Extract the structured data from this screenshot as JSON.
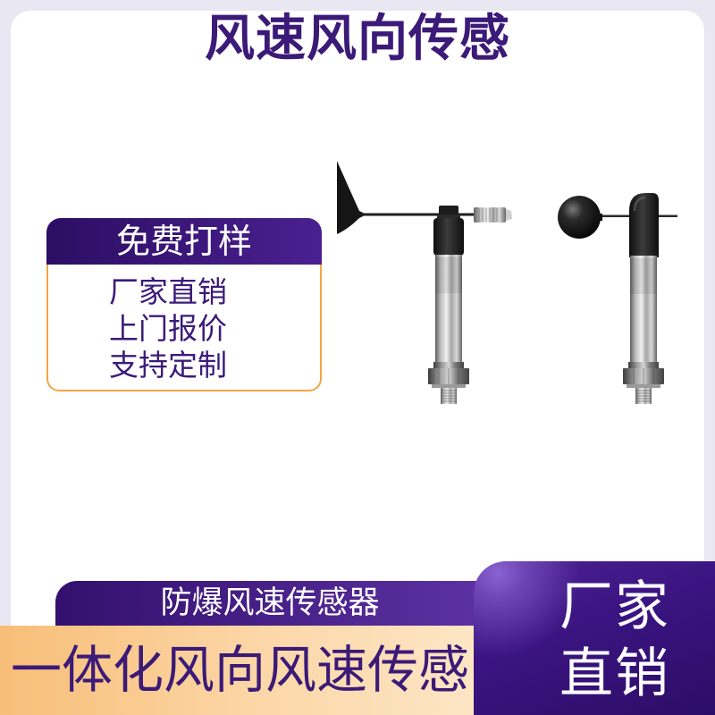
{
  "title": "风速风向传感",
  "promo_card": {
    "header": "免费打样",
    "items": [
      "厂家直销",
      "上门报价",
      "支持定制"
    ]
  },
  "banner": {
    "subtitle": "防爆风速传感器",
    "headline": "一体化风向风速传感"
  },
  "corner_badge": {
    "line1": "厂家",
    "line2": "直销"
  },
  "colors": {
    "brand_purple": "#3b1a78",
    "accent_orange": "#f0a545",
    "peach": "#fcd6a6",
    "frame_lavender": "#e9e7f1"
  },
  "icons": {
    "wind_vane": "wind-vane-icon",
    "cup_anemometer": "cup-anemometer-icon"
  }
}
